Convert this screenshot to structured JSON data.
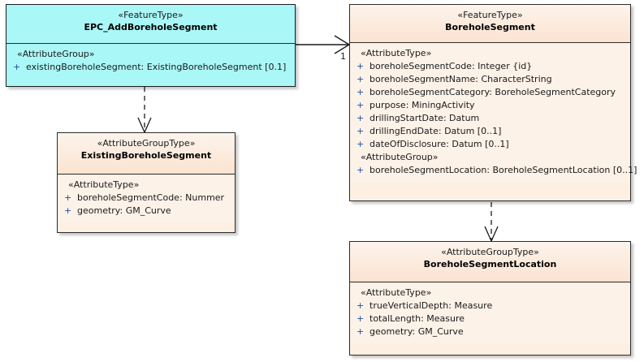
{
  "diagram": {
    "type": "uml-class-diagram",
    "background": "#ffffff",
    "colors": {
      "feature_type_fill": "#aaf7f7",
      "peach_fill": "#fdf2e8",
      "border": "#2b2b2b",
      "visibility_marker": "#1a4fa0"
    }
  },
  "classes": [
    {
      "id": "epc-add-borehole-segment",
      "stereotype": "«FeatureType»",
      "name": "EPC_AddBoreholeSegment",
      "group_label": "«AttributeGroup»",
      "attributes": [
        {
          "visibility": "+",
          "text": "existingBoreholeSegment: ExistingBoreholeSegment [0.1]"
        }
      ]
    },
    {
      "id": "borehole-segment",
      "stereotype": "«FeatureType»",
      "name": "BoreholeSegment",
      "group_label": "«AttributeType»",
      "attributes": [
        {
          "visibility": "+",
          "text": "boreholeSegmentCode: Integer {id}"
        },
        {
          "visibility": "+",
          "text": "boreholeSegmentName: CharacterString"
        },
        {
          "visibility": "+",
          "text": "boreholeSegmentCategory: BoreholeSegmentCategory"
        },
        {
          "visibility": "+",
          "text": "purpose: MiningActivity"
        },
        {
          "visibility": "+",
          "text": "drillingStartDate: Datum"
        },
        {
          "visibility": "+",
          "text": "drillingEndDate: Datum [0..1]"
        },
        {
          "visibility": "+",
          "text": "dateOfDisclosure: Datum [0..1]"
        }
      ],
      "group_label_2": "«AttributeGroup»",
      "attributes_2": [
        {
          "visibility": "+",
          "text": "boreholeSegmentLocation: BoreholeSegmentLocation [0..1]"
        }
      ]
    },
    {
      "id": "existing-borehole-segment",
      "stereotype": "«AttributeGroupType»",
      "name": "ExistingBoreholeSegment",
      "group_label": "«AttributeType»",
      "attributes": [
        {
          "visibility": "+",
          "text": "boreholeSegmentCode: Nummer"
        },
        {
          "visibility": "+",
          "text": "geometry: GM_Curve"
        }
      ]
    },
    {
      "id": "borehole-segment-location",
      "stereotype": "«AttributeGroupType»",
      "name": "BoreholeSegmentLocation",
      "group_label": "«AttributeType»",
      "attributes": [
        {
          "visibility": "+",
          "text": "trueVerticalDepth: Measure"
        },
        {
          "visibility": "+",
          "text": "totalLength: Measure"
        },
        {
          "visibility": "+",
          "text": "geometry: GM_Curve"
        }
      ]
    }
  ],
  "connectors": [
    {
      "id": "assoc-epc-to-boreholesegment",
      "kind": "association",
      "style": "solid",
      "arrowhead": "open",
      "from": "epc-add-borehole-segment",
      "to": "borehole-segment",
      "target_multiplicity": "1"
    },
    {
      "id": "dep-epc-to-existing",
      "kind": "dependency",
      "style": "dashed",
      "arrowhead": "open",
      "from": "epc-add-borehole-segment",
      "to": "existing-borehole-segment"
    },
    {
      "id": "dep-boreholesegment-to-location",
      "kind": "dependency",
      "style": "dashed",
      "arrowhead": "open",
      "from": "borehole-segment",
      "to": "borehole-segment-location"
    }
  ]
}
